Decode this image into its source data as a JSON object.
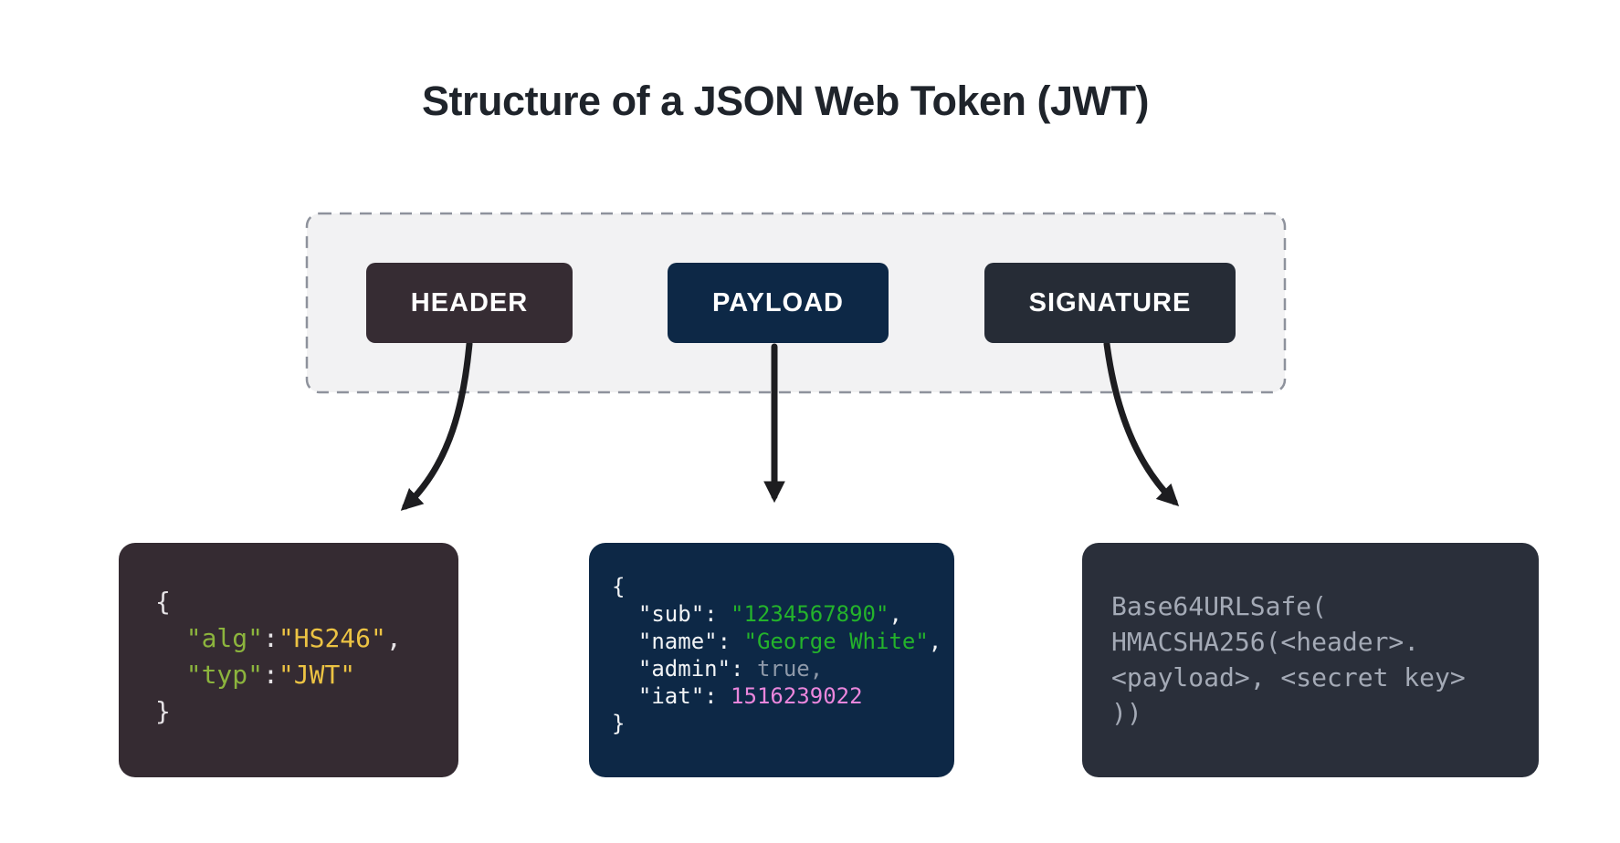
{
  "title": "Structure of a JSON Web Token (JWT)",
  "token_parts": [
    {
      "label": "HEADER",
      "color": "#362c33"
    },
    {
      "label": "PAYLOAD",
      "color": "#0d2846"
    },
    {
      "label": "SIGNATURE",
      "color": "#262c36"
    }
  ],
  "code_blocks": [
    {
      "name": "header-json",
      "bg": "#352b32",
      "lines": [
        [
          {
            "t": "{",
            "c": "p1"
          }
        ],
        [
          {
            "t": "  ",
            "c": "p1"
          },
          {
            "t": "\"alg\"",
            "c": "k1"
          },
          {
            "t": ":",
            "c": "p1"
          },
          {
            "t": "\"HS246\"",
            "c": "v1"
          },
          {
            "t": ",",
            "c": "p1"
          }
        ],
        [
          {
            "t": "  ",
            "c": "p1"
          },
          {
            "t": "\"typ\"",
            "c": "k1"
          },
          {
            "t": ":",
            "c": "p1"
          },
          {
            "t": "\"JWT\"",
            "c": "v1"
          }
        ],
        [
          {
            "t": "}",
            "c": "p1"
          }
        ]
      ]
    },
    {
      "name": "payload-json",
      "bg": "#0d2846",
      "lines": [
        [
          {
            "t": "{",
            "c": "p2"
          }
        ],
        [
          {
            "t": "  \"sub\": ",
            "c": "p2"
          },
          {
            "t": "\"1234567890\"",
            "c": "s2"
          },
          {
            "t": ",",
            "c": "p2"
          }
        ],
        [
          {
            "t": "  \"name\": ",
            "c": "p2"
          },
          {
            "t": "\"George White\"",
            "c": "s2"
          },
          {
            "t": ",",
            "c": "p2"
          }
        ],
        [
          {
            "t": "  \"admin\": ",
            "c": "p2"
          },
          {
            "t": "true,",
            "c": "b2"
          }
        ],
        [
          {
            "t": "  \"iat\": ",
            "c": "p2"
          },
          {
            "t": "1516239022",
            "c": "n2"
          }
        ],
        [
          {
            "t": "}",
            "c": "p2"
          }
        ]
      ]
    },
    {
      "name": "signature-pseudocode",
      "bg": "#2a2f3a",
      "lines": [
        [
          {
            "t": "Base64URLSafe(",
            "c": "t3"
          }
        ],
        [
          {
            "t": "HMACSHA256(<header>.",
            "c": "t3"
          }
        ],
        [
          {
            "t": "<payload>, <secret key>",
            "c": "t3"
          }
        ],
        [
          {
            "t": "))",
            "c": "t3"
          }
        ]
      ]
    }
  ],
  "palette": {
    "title_text": "#1f242b",
    "container_bg": "#f2f2f3",
    "container_border": "#8e929c",
    "arrow": "#1d1d20",
    "button_text": "#ffffff",
    "syntax": {
      "p1": "#e6e3e6",
      "k1": "#8cb43d",
      "v1": "#ecc343",
      "p2": "#f2f4f6",
      "s2": "#24b32b",
      "b2": "#8e99a9",
      "n2": "#ea86dc",
      "t3": "#a4aab6"
    }
  }
}
